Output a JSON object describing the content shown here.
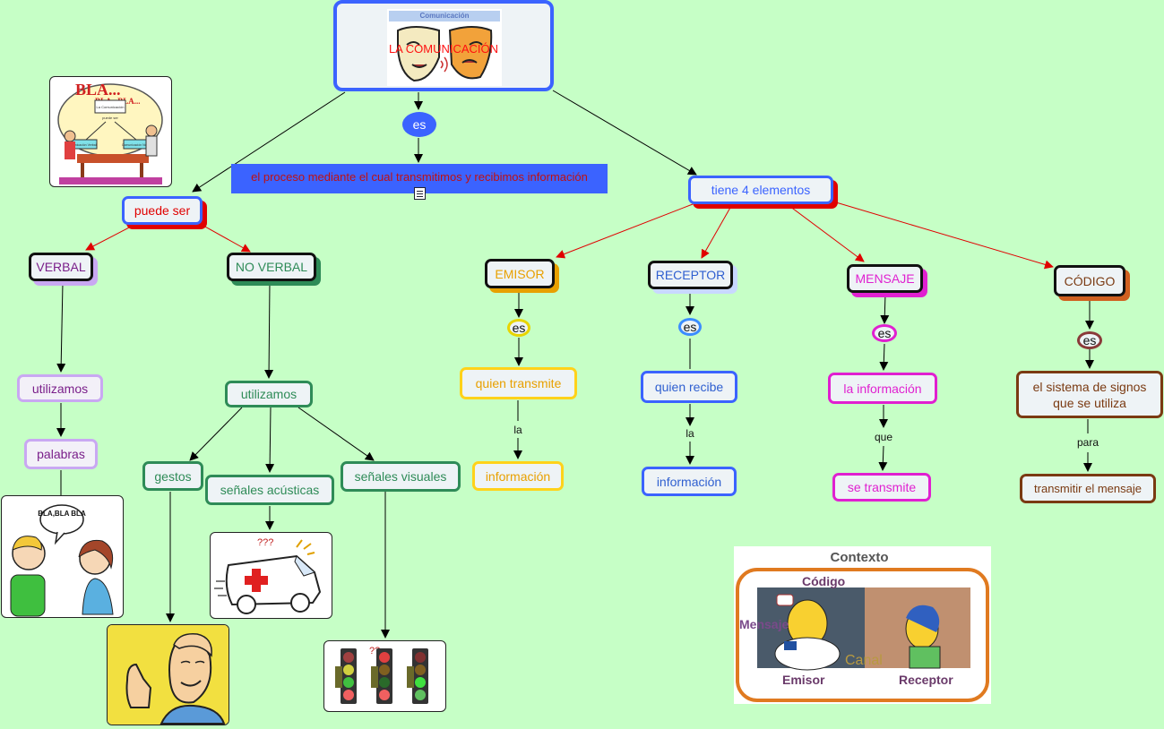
{
  "root": {
    "header": "Comunicación",
    "title": "LA COMUNICACIÓN"
  },
  "link_es": "es",
  "definition": "el proceso mediante el cual transmitimos y recibimos información",
  "note_icon": "note-icon",
  "puede_ser": "puede ser",
  "verbal": "VERBAL",
  "no_verbal": "NO VERBAL",
  "utilizamos_v": "utilizamos",
  "palabras": "palabras",
  "utilizamos_nv": "utilizamos",
  "gestos": "gestos",
  "senales_acusticas": "señales acústicas",
  "senales_visuales": "señales visuales",
  "tiene": "tiene 4 elementos",
  "elements": {
    "emisor": {
      "title": "EMISOR",
      "es": "es",
      "desc": "quien transmite",
      "conn": "la",
      "end": "información"
    },
    "receptor": {
      "title": "RECEPTOR",
      "es": "es",
      "desc": "quien recibe",
      "conn": "la",
      "end": "información"
    },
    "mensaje": {
      "title": "MENSAJE",
      "es": "es",
      "desc": "la información",
      "conn": "que",
      "end": "se transmite"
    },
    "codigo": {
      "title": "CÓDIGO",
      "es": "es",
      "desc": "el sistema de signos que se utiliza",
      "conn": "para",
      "end": "transmitir el mensaje"
    }
  },
  "images": {
    "bla_top": {
      "text1": "BLA...",
      "text2": "BLA...BLA...",
      "center": "La Comunicación",
      "sub": "puede ser",
      "left": "Comunicación Verbal",
      "right": "Comunicación No verbal"
    },
    "talk": {
      "bubble": "BLA,BLA BLA"
    },
    "context": {
      "title": "Contexto",
      "codigo": "Código",
      "mensaje": "Mensaje",
      "canal": "Canal",
      "emisor": "Emisor",
      "receptor": "Receptor"
    }
  },
  "colors": {
    "background": "#c6ffc6",
    "blue_box": "#3b63ff",
    "red_link": "#e00000",
    "verbal": "#7a1f8a",
    "no_verbal": "#2e8b57",
    "emisor": "#e8a000",
    "receptor": "#2f5fd0",
    "mensaje": "#e020d0",
    "codigo": "#7a3a12"
  }
}
